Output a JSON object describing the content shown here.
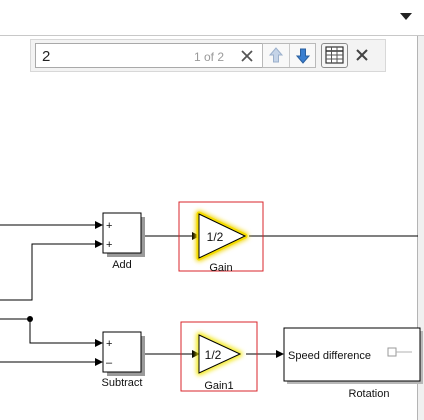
{
  "search": {
    "query": "2",
    "match_count": "1 of 2"
  },
  "blocks": {
    "add": {
      "label": "Add",
      "port1_sign": "+",
      "port2_sign": "+"
    },
    "subtract": {
      "label": "Subtract",
      "port1_sign": "+",
      "port2_sign": "–"
    },
    "gain": {
      "label": "Gain",
      "value": "1/2",
      "highlighted": true
    },
    "gain1": {
      "label": "Gain1",
      "value": "1/2",
      "highlighted": true
    },
    "rotation": {
      "label": "Rotation",
      "port_label": "Speed difference"
    }
  },
  "colors": {
    "highlight_glow": "#f2d600",
    "match_box": "#d9262b",
    "wire": "#000000"
  },
  "icons": {
    "toolbar_dropdown": "chevron-down-icon",
    "clear_search": "clear-x-icon",
    "previous_match": "arrow-up-icon",
    "next_match": "arrow-down-icon",
    "select_all_matches": "grid-table-icon",
    "close_search": "close-icon"
  }
}
